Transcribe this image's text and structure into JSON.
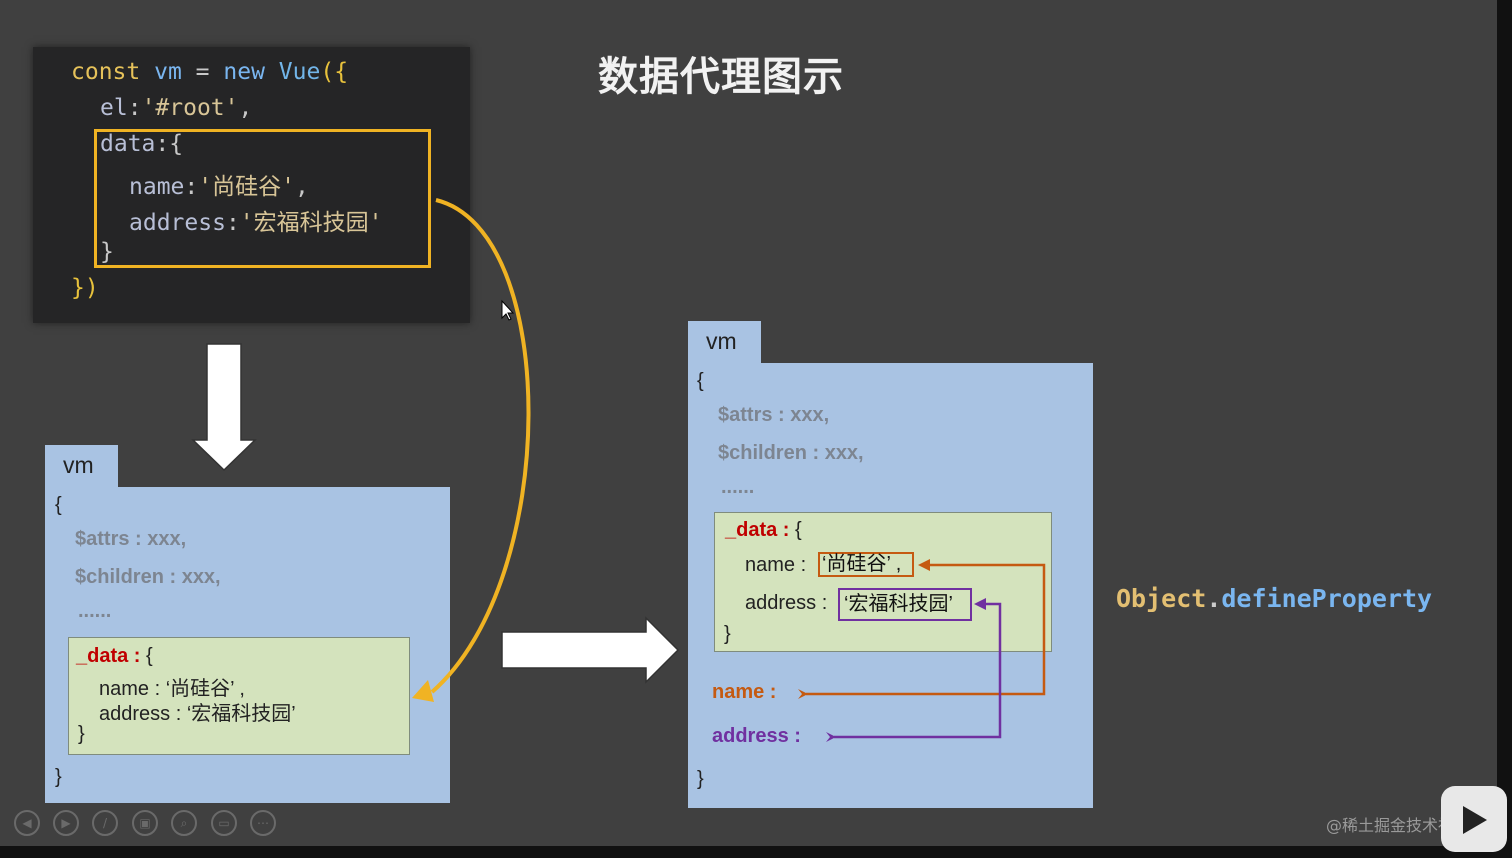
{
  "title": "数据代理图示",
  "code": {
    "line1": {
      "kw": "const",
      "var": "vm",
      "op": "=",
      "new": "new",
      "fn": "Vue",
      "open": "({"
    },
    "line2": {
      "prop": "el",
      "value": "'#root'",
      "end": ","
    },
    "line3": {
      "prop": "data",
      "open": ":{"
    },
    "line4": {
      "prop": "name",
      "value": "'尚硅谷'",
      "end": ","
    },
    "line5": {
      "prop": "address",
      "value": "'宏福科技园'"
    },
    "line6": "}",
    "line7": "})"
  },
  "vm_left": {
    "tab": "vm",
    "open_brace": "{",
    "attrs": "$attrs : xxx,",
    "children": "$children : xxx,",
    "ellipsis": "......",
    "data_label": "_data :",
    "data_open": "{",
    "name_line": "name : ‘尚硅谷’ ,",
    "address_line": "address : ‘宏福科技园’",
    "data_close": "}",
    "close_brace": "}"
  },
  "vm_right": {
    "tab": "vm",
    "open_brace": "{",
    "attrs": "$attrs : xxx,",
    "children": "$children : xxx,",
    "ellipsis": "......",
    "data_label": "_data :",
    "data_open": "{",
    "name_key": "name :",
    "name_value": "‘尚硅谷’ ,",
    "address_key": "address :",
    "address_value": "‘宏福科技园’",
    "data_close": "}",
    "proxy_name": "name :",
    "proxy_address": "address :",
    "close_brace": "}"
  },
  "define_property": {
    "obj": "Object",
    "dot": ".",
    "method": "defineProperty"
  },
  "watermark": "@稀土掘金技术社区",
  "colors": {
    "slide_bg": "#404040",
    "highlight_yellow": "#f0b323",
    "name_orange": "#c55a11",
    "address_purple": "#7030a0",
    "vm_blue": "#a9c3e3",
    "data_green": "#d4e3bd"
  },
  "icons": [
    "prev-icon",
    "next-icon",
    "pen-icon",
    "slides-icon",
    "zoom-icon",
    "screen-icon",
    "more-icon",
    "bilibili-logo-icon"
  ]
}
